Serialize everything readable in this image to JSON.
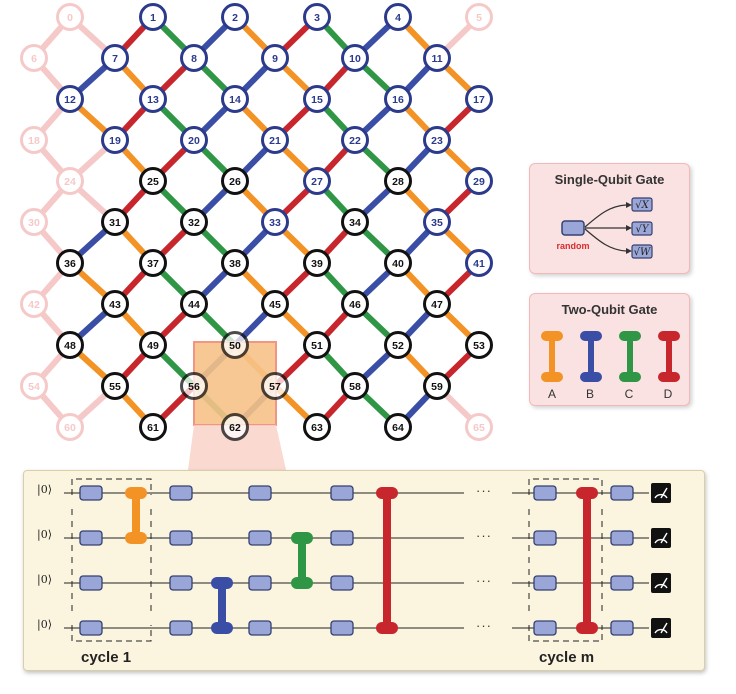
{
  "lattice": {
    "qubits_faded": [
      "0",
      "5",
      "6",
      "18",
      "24",
      "30",
      "42",
      "54",
      "60",
      "65"
    ],
    "qubits_outer": [
      "1",
      "2",
      "3",
      "4",
      "7",
      "8",
      "9",
      "10",
      "11",
      "12",
      "13",
      "14",
      "15",
      "16",
      "17",
      "19",
      "20",
      "21",
      "22",
      "23",
      "29",
      "33",
      "35",
      "41",
      "27"
    ],
    "highlight_label": "50"
  },
  "legend_single": {
    "title": "Single-Qubit Gate",
    "random_label": "random",
    "gates": [
      "√X",
      "√Y",
      "√W"
    ]
  },
  "legend_two": {
    "title": "Two-Qubit Gate",
    "labels": [
      "A",
      "B",
      "C",
      "D"
    ],
    "colors": [
      "#f39325",
      "#3a4ea6",
      "#2e9645",
      "#c8262d"
    ]
  },
  "circuit": {
    "kets": [
      "|0⟩",
      "|0⟩",
      "|0⟩",
      "|0⟩"
    ],
    "ellipsis": "···",
    "cycle_first": "cycle 1",
    "cycle_last": "cycle m"
  }
}
